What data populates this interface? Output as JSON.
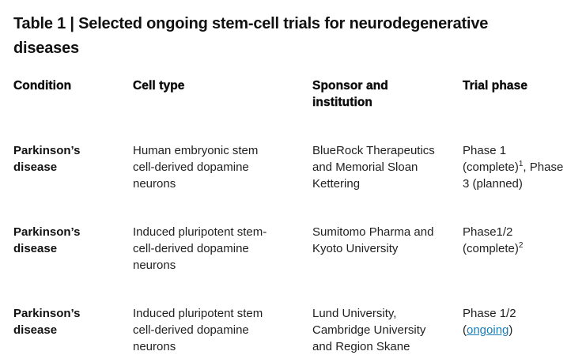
{
  "title": {
    "text": "Table 1 | Selected ongoing stem-cell trials for neurodegenerative\ndiseases"
  },
  "table": {
    "headers": [
      "Condition",
      "Cell type",
      "Sponsor and\ninstitution",
      "Trial phase"
    ],
    "rows": [
      {
        "condition": "Parkinson’s\ndisease",
        "cell_type": "Human embryonic stem\ncell-derived dopamine\nneurons",
        "sponsor": "BlueRock Therapeutics\nand Memorial Sloan\nKettering",
        "trial_phase": [
          {
            "type": "text",
            "value": "Phase 1\n(complete)"
          },
          {
            "type": "sup",
            "value": "1"
          },
          {
            "type": "text",
            "value": ", Phase\n3 (planned)"
          }
        ]
      },
      {
        "condition": "Parkinson’s\ndisease",
        "cell_type": "Induced pluripotent stem-\ncell-derived dopamine\nneurons",
        "sponsor": "Sumitomo Pharma and\nKyoto University",
        "trial_phase": [
          {
            "type": "text",
            "value": "Phase1/2\n(complete)"
          },
          {
            "type": "sup",
            "value": "2"
          }
        ]
      },
      {
        "condition": "Parkinson’s\ndisease",
        "cell_type": "Induced pluripotent stem\ncell-derived dopamine\nneurons",
        "sponsor": "Lund University,\nCambridge University\nand Region Skane",
        "trial_phase": [
          {
            "type": "text",
            "value": "Phase 1/2\n("
          },
          {
            "type": "link",
            "value": "ongoing"
          },
          {
            "type": "text",
            "value": ")"
          }
        ]
      }
    ]
  },
  "colors": {
    "link": "#1a7db8",
    "body_text": "#1f1f1f",
    "heading_text": "#111111"
  }
}
